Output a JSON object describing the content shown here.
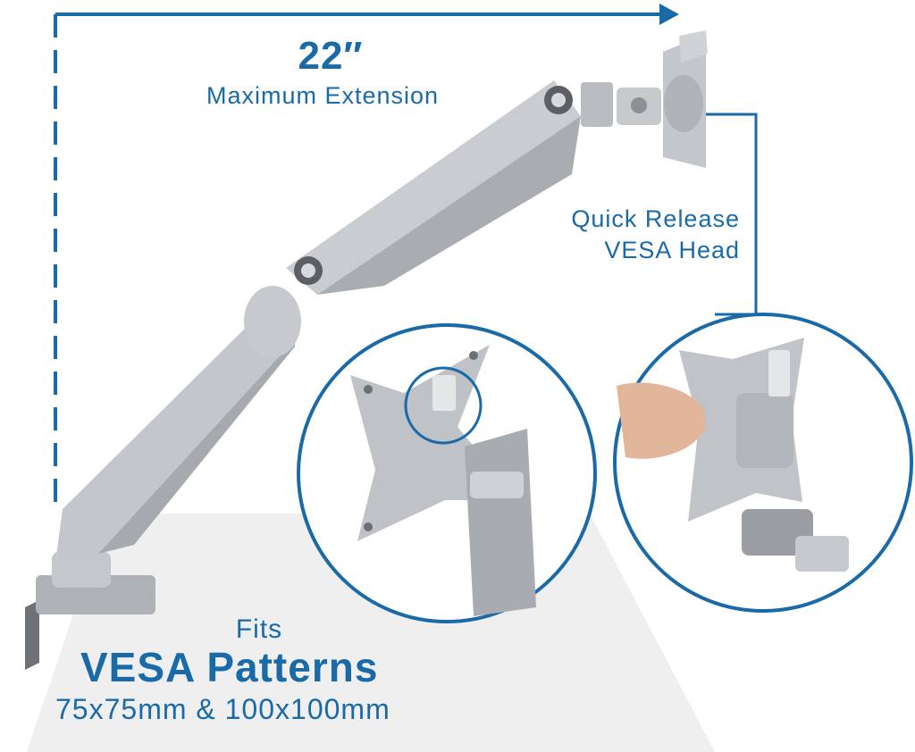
{
  "dimension": {
    "value": "22″",
    "label": "Maximum Extension"
  },
  "callout": {
    "line1": "Quick Release",
    "line2": "VESA Head"
  },
  "vesa": {
    "fits": "Fits",
    "title": "VESA Patterns",
    "sizes": "75x75mm & 100x100mm"
  },
  "colors": {
    "accent": "#1a6aa8",
    "arm": "#b9bcc0",
    "shadow": "#ececec"
  }
}
